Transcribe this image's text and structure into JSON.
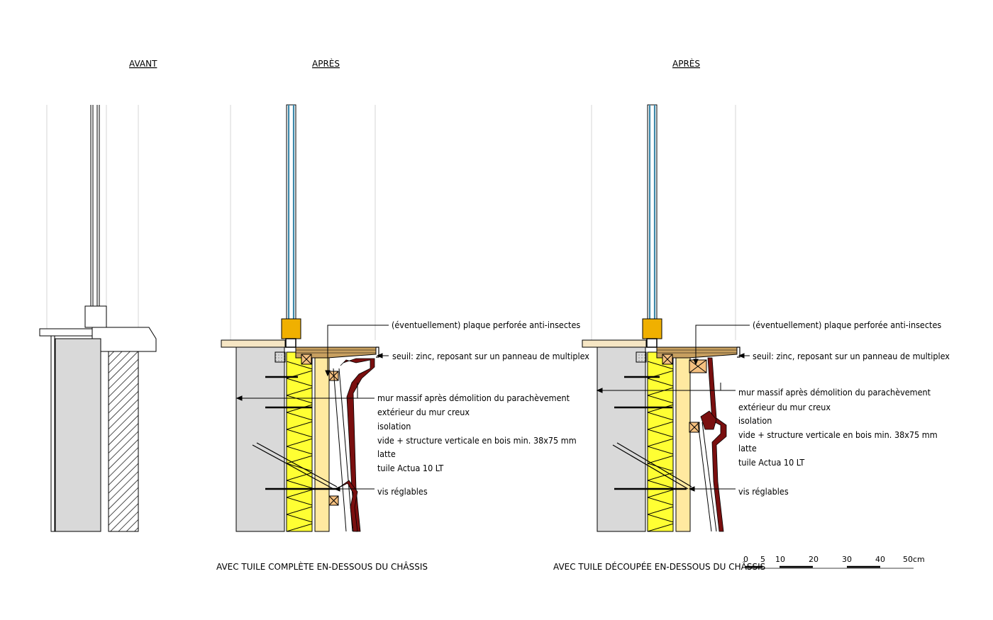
{
  "titles": {
    "avant": "AVANT",
    "apres_1": "APRÈS",
    "apres_2": "APRÈS"
  },
  "captions": {
    "left": "AVEC TUILE COMPLÈTE EN-DESSOUS DU CHÂSSIS",
    "right": "AVEC TUILE DÉCOUPÉE EN-DESSOUS DU CHÂSSIS"
  },
  "annotations": {
    "insect_plate": "(éventuellement) plaque perforée anti-insectes",
    "sill": "seuil: zinc, reposant sur un panneau de multiplex",
    "wall": "mur massif après démolition du parachèvement",
    "wall_2": "extérieur du mur creux",
    "insulation": "isolation",
    "cavity": "vide + structure verticale en bois min. 38x75 mm",
    "batten": "latte",
    "tile": "tuile Actua 10 LT",
    "screws": "vis réglables"
  },
  "scale_bar": {
    "labels": [
      "0",
      "5",
      "10",
      "20",
      "30",
      "40",
      "50cm"
    ]
  },
  "colors": {
    "insulation": "#ffff33",
    "timber": "#ffe9a0",
    "wall": "#d9d9d9",
    "frame": "#f0b000",
    "tile": "#7a0f0f",
    "glass": "#3c88aa",
    "batten": "#f5c080"
  }
}
